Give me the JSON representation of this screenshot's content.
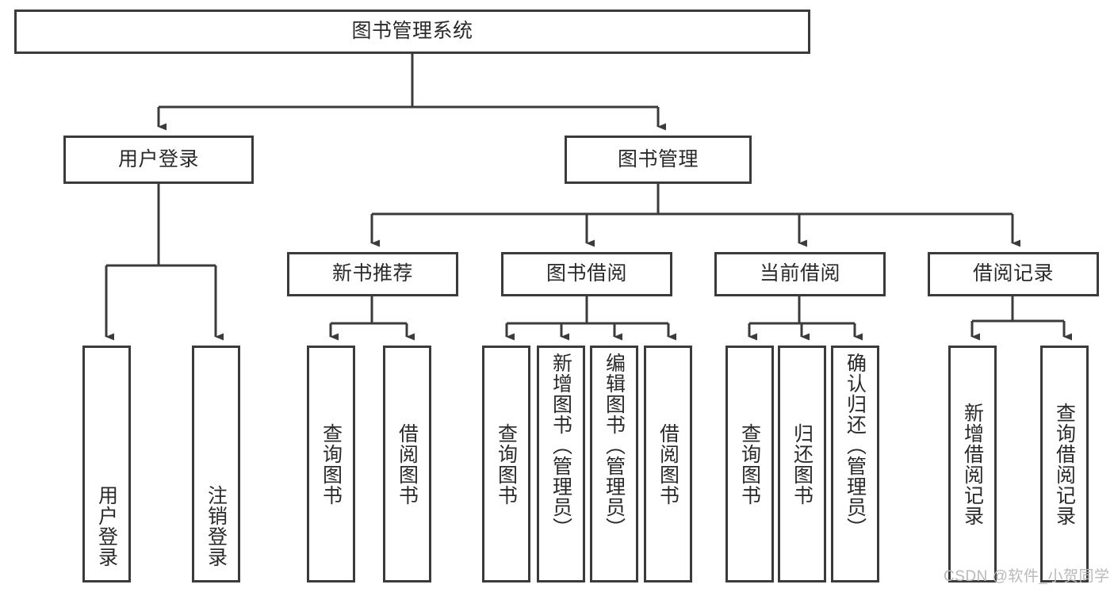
{
  "diagram": {
    "title": "图书管理系统",
    "type": "tree-hierarchy",
    "orientation": "top-down",
    "colors": {
      "border": "#3b3b3b",
      "node_fill": "#ffffff",
      "text": "#2a2a2a",
      "edge": "#3b3b3b",
      "watermark": "#b9b9b9",
      "canvas": "#ffffff"
    },
    "root": {
      "label": "图书管理系统"
    },
    "level2": [
      {
        "id": "user-login",
        "label": "用户登录"
      },
      {
        "id": "book-management",
        "label": "图书管理"
      }
    ],
    "level3": [
      {
        "id": "new-book-recommend",
        "label": "新书推荐",
        "parent": "book-management"
      },
      {
        "id": "book-borrow",
        "label": "图书借阅",
        "parent": "book-management"
      },
      {
        "id": "current-borrow",
        "label": "当前借阅",
        "parent": "book-management"
      },
      {
        "id": "borrow-record",
        "label": "借阅记录",
        "parent": "book-management"
      }
    ],
    "leaves": {
      "user_login": [
        {
          "id": "leaf-user-login",
          "label": "用户登录"
        },
        {
          "id": "leaf-logout",
          "label": "注销登录"
        }
      ],
      "new_book_recommend": [
        {
          "id": "leaf-query-book-1",
          "label": "查询图书"
        },
        {
          "id": "leaf-borrow-book-1",
          "label": "借阅图书"
        }
      ],
      "book_borrow": [
        {
          "id": "leaf-query-book-2",
          "label": "查询图书"
        },
        {
          "id": "leaf-add-book",
          "label": "新增图书（管理员）"
        },
        {
          "id": "leaf-edit-book",
          "label": "编辑图书（管理员）"
        },
        {
          "id": "leaf-borrow-book-2",
          "label": "借阅图书"
        }
      ],
      "current_borrow": [
        {
          "id": "leaf-query-book-3",
          "label": "查询图书"
        },
        {
          "id": "leaf-return-book",
          "label": "归还图书"
        },
        {
          "id": "leaf-confirm-return",
          "label": "确认归还（管理员）"
        }
      ],
      "borrow_record": [
        {
          "id": "leaf-add-record",
          "label": "新增借阅记录"
        },
        {
          "id": "leaf-query-record",
          "label": "查询借阅记录"
        }
      ]
    }
  },
  "watermark": {
    "text": "CSDN @软件_小贺同学"
  }
}
